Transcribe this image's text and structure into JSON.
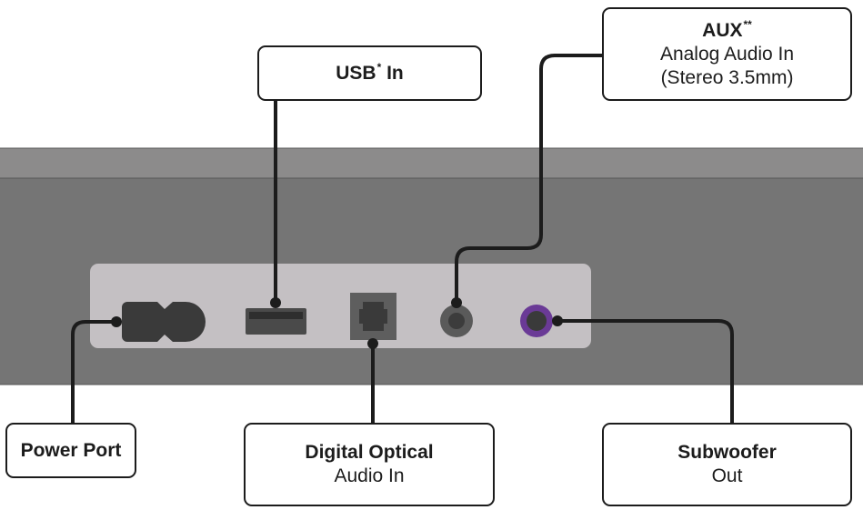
{
  "callouts": {
    "usb": {
      "title": "USB",
      "sup": "*",
      "suffix": "In"
    },
    "aux": {
      "title": "AUX",
      "sup": "**",
      "line2": "Analog Audio In",
      "line3": "(Stereo 3.5mm)"
    },
    "power": {
      "title": "Power Port"
    },
    "optical": {
      "title": "Digital Optical",
      "line2": "Audio In"
    },
    "subwoofer": {
      "title": "Subwoofer",
      "line2": "Out"
    }
  },
  "colors": {
    "device_top": "#8c8b8b",
    "device_body": "#757575",
    "port_panel": "#c4c0c3",
    "port_dark": "#3a3a3a",
    "aux_jack": "#5a5a5a",
    "subwoofer_ring": "#6a3a96",
    "line": "#1c1c1c"
  },
  "ports": [
    {
      "name": "power-port",
      "icon": "power-connector-icon"
    },
    {
      "name": "usb-port",
      "icon": "usb-port-icon"
    },
    {
      "name": "optical-port",
      "icon": "optical-port-icon"
    },
    {
      "name": "aux-port",
      "icon": "aux-jack-icon"
    },
    {
      "name": "subwoofer-port",
      "icon": "subwoofer-jack-icon"
    }
  ]
}
